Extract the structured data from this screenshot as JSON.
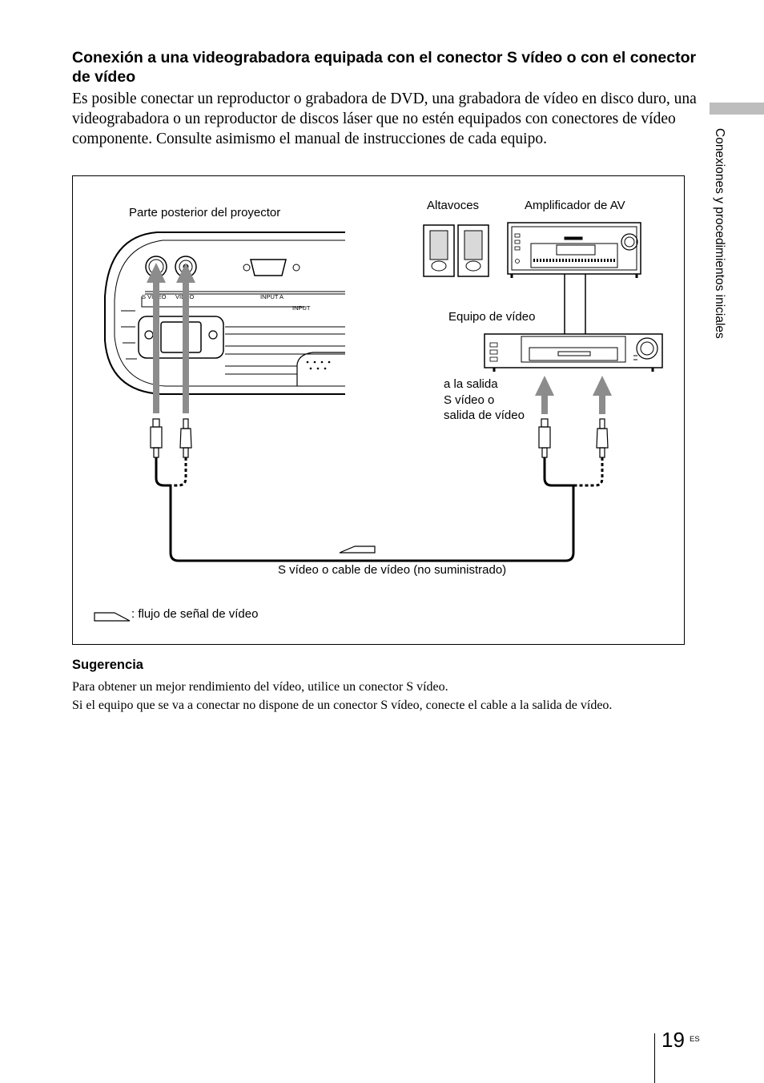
{
  "section": {
    "title": "Conexión a una videograbadora equipada con el conector S vídeo o con el conector de vídeo",
    "intro": "Es posible conectar un reproductor o grabadora de DVD, una grabadora de vídeo en disco duro, una videograbadora o un reproductor de discos láser que no estén equipados con conectores de vídeo componente. Consulte asimismo el manual de instrucciones de cada equipo."
  },
  "diagram": {
    "projector_label": "Parte posterior del proyector",
    "speakers_label": "Altavoces",
    "amplifier_label": "Amplificador de AV",
    "video_equipment_label": "Equipo de vídeo",
    "output_label_1": "a la salida",
    "output_label_2": "S vídeo o",
    "output_label_3": "salida de vídeo",
    "cable_label": "S vídeo o cable de vídeo (no suministrado)",
    "legend_label": ": flujo de señal de vídeo",
    "port_svideo": "S VIDEO",
    "port_video": "VIDEO",
    "port_input_a": "INPUT A",
    "port_input": "INPUT"
  },
  "tip": {
    "title": "Sugerencia",
    "line1": "Para obtener un mejor rendimiento del vídeo, utilice un conector S vídeo.",
    "line2": "Si el equipo que se va a conectar no dispone de un conector S vídeo, conecte el cable a la salida de vídeo."
  },
  "sidebar": {
    "label": "Conexiones y procedimientos iniciales"
  },
  "footer": {
    "page_number": "19",
    "language": "ES"
  }
}
